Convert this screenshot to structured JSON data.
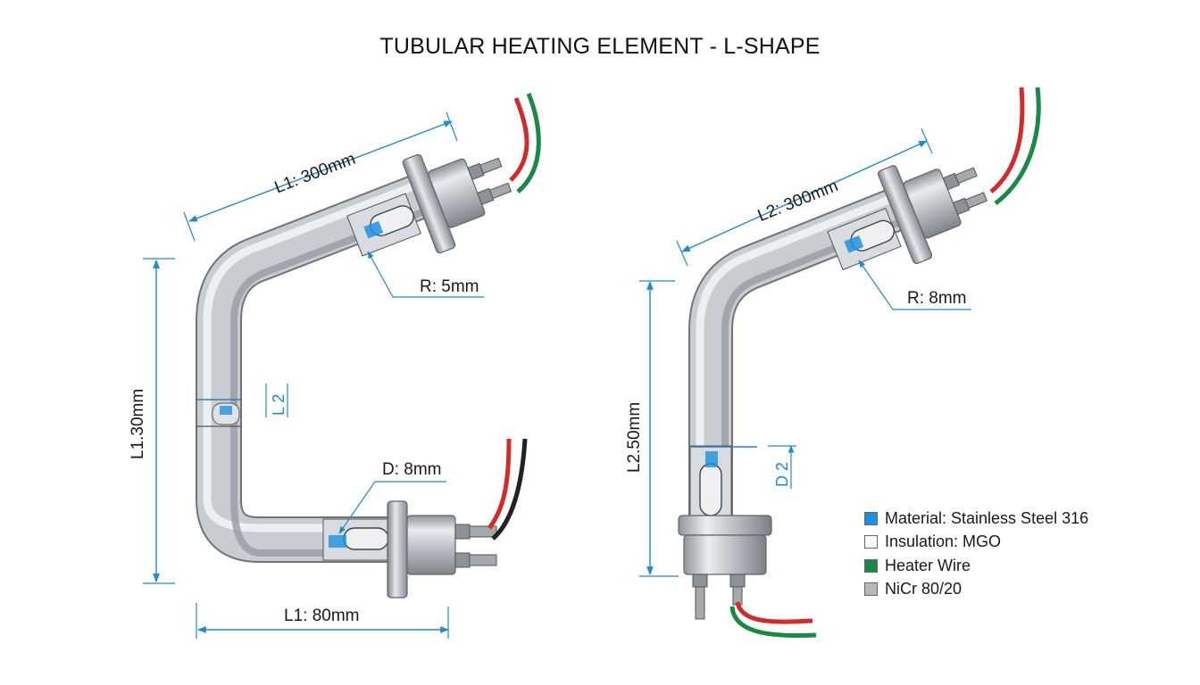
{
  "title": "TUBULAR HEATING ELEMENT - L-SHAPE",
  "left_element": {
    "top_length": "L1: 300mm",
    "vertical_length": "L1.30mm",
    "bottom_length": "L1: 80mm",
    "bend_radius": "R: 5mm",
    "diameter": "D: 8mm",
    "small_marker": "L 2"
  },
  "right_element": {
    "top_length": "L2: 300mm",
    "vertical_length": "L2.50mm",
    "bend_radius": "R: 8mm",
    "small_marker": "D 2"
  },
  "legend": [
    {
      "label": "Material: Stainless Steel 316",
      "color": "#1e90e0"
    },
    {
      "label": "Insulation: MGO",
      "color": "#ffffff"
    },
    {
      "label": "Heater Wire",
      "color": "#178a45"
    },
    {
      "label": "NiCr 80/20",
      "color": "#b8b8b8"
    }
  ],
  "colors": {
    "dimension_line": "#1d8ccf",
    "wire_red": "#d42a2a",
    "wire_green": "#178a45",
    "wire_black": "#222222"
  }
}
